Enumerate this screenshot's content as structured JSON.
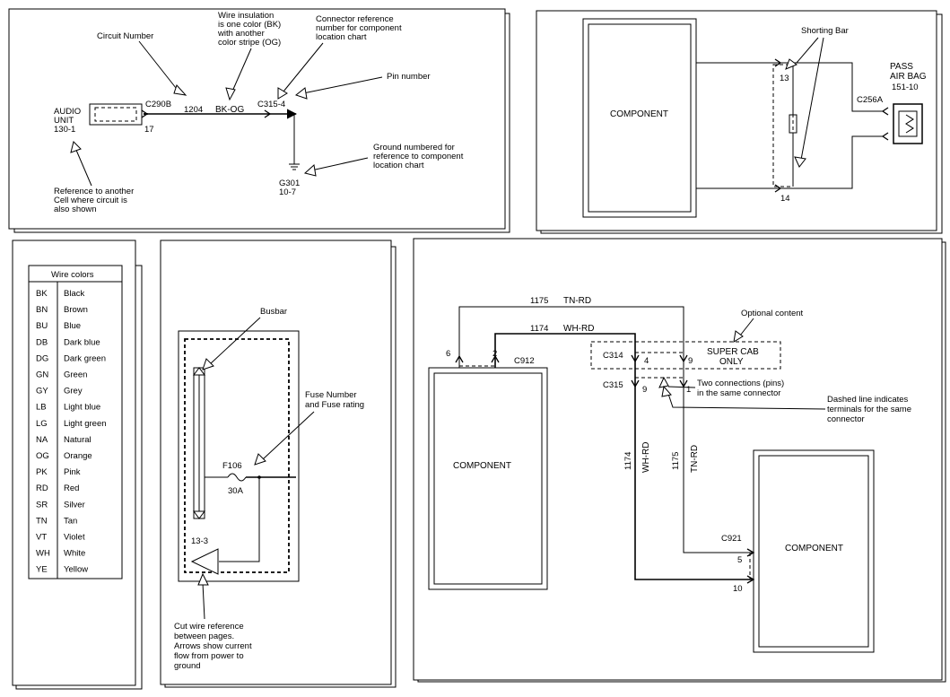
{
  "panel1": {
    "audio_unit_1": "AUDIO",
    "audio_unit_2": "UNIT",
    "audio_unit_ref": "130-1",
    "pin_17": "17",
    "connector_c290b": "C290B",
    "circuit_1204": "1204",
    "color_bk_og": "BK-OG",
    "connector_c315_4": "C315-4",
    "ground_id": "G301",
    "ground_ref": "10-7",
    "callout_circuit_number": "Circuit Number",
    "callout_insulation": [
      "Wire insulation",
      "is one color (BK)",
      "with another",
      "color stripe (OG)"
    ],
    "callout_connector_ref": [
      "Connector reference",
      "number for component",
      "location chart"
    ],
    "callout_pin_number": "Pin number",
    "callout_ground": [
      "Ground numbered for",
      "reference to component",
      "location chart"
    ],
    "callout_reference": [
      "Reference to another",
      "Cell where circuit is",
      "also shown"
    ]
  },
  "panel2": {
    "component": "COMPONENT",
    "shorting_bar": "Shorting Bar",
    "pin_13": "13",
    "pin_14": "14",
    "connector": "C256A",
    "pass_1": "PASS",
    "pass_2": "AIR BAG",
    "pass_ref": "151-10"
  },
  "wire_colors": {
    "title": "Wire colors",
    "rows": [
      [
        "BK",
        "Black"
      ],
      [
        "BN",
        "Brown"
      ],
      [
        "BU",
        "Blue"
      ],
      [
        "DB",
        "Dark blue"
      ],
      [
        "DG",
        "Dark green"
      ],
      [
        "GN",
        "Green"
      ],
      [
        "GY",
        "Grey"
      ],
      [
        "LB",
        "Light blue"
      ],
      [
        "LG",
        "Light green"
      ],
      [
        "NA",
        "Natural"
      ],
      [
        "OG",
        "Orange"
      ],
      [
        "PK",
        "Pink"
      ],
      [
        "RD",
        "Red"
      ],
      [
        "SR",
        "Silver"
      ],
      [
        "TN",
        "Tan"
      ],
      [
        "VT",
        "Violet"
      ],
      [
        "WH",
        "White"
      ],
      [
        "YE",
        "Yellow"
      ]
    ]
  },
  "panel4": {
    "busbar": "Busbar",
    "fuse_callout": [
      "Fuse Number",
      "and Fuse rating"
    ],
    "fuse_id": "F106",
    "fuse_rating": "30A",
    "cut_ref": "13-3",
    "cut_callout": [
      "Cut wire reference",
      "between pages.",
      "Arrows show current",
      "flow from power to",
      "ground"
    ]
  },
  "panel5": {
    "component_left": "COMPONENT",
    "component_right": "COMPONENT",
    "wire_1175_top": "1175",
    "color_tn_rd_top": "TN-RD",
    "wire_1174_top": "1174",
    "color_wh_rd_top": "WH-RD",
    "pin_6": "6",
    "pin_2": "2",
    "connector_c912": "C912",
    "optional_content": "Optional content",
    "super_cab_1": "SUPER CAB",
    "super_cab_2": "ONLY",
    "connector_c314": "C314",
    "pin_4": "4",
    "pin_9a": "9",
    "connector_c315": "C315",
    "pin_9b": "9",
    "pin_1": "1",
    "two_conn": [
      "Two connections (pins)",
      "in the same connector"
    ],
    "dashed_note": [
      "Dashed line indicates",
      "terminals for the same",
      "connector"
    ],
    "vert_1174": "1174",
    "vert_wh_rd": "WH-RD",
    "vert_1175": "1175",
    "vert_tn_rd": "TN-RD",
    "connector_c921": "C921",
    "pin_5": "5",
    "pin_10": "10"
  }
}
